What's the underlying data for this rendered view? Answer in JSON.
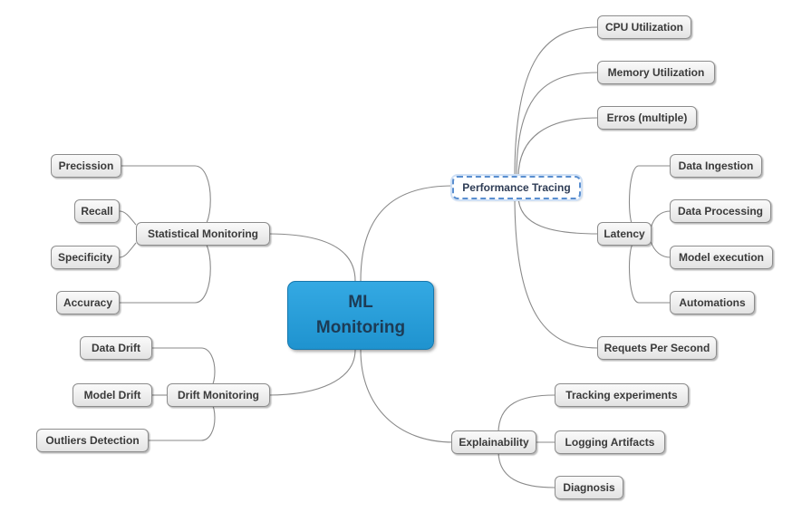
{
  "central": {
    "line1": "ML",
    "line2": "Monitoring",
    "color": "#2aa0dc"
  },
  "branches": {
    "performance": {
      "label": "Performance Tracing",
      "children": [
        "CPU Utilization",
        "Memory Utilization",
        "Erros (multiple)",
        "Requets Per Second"
      ],
      "latency": {
        "label": "Latency",
        "children": [
          "Data Ingestion",
          "Data Processing",
          "Model execution",
          "Automations"
        ]
      }
    },
    "statistical": {
      "label": "Statistical Monitoring",
      "children": [
        "Precission",
        "Recall",
        "Specificity",
        "Accuracy"
      ]
    },
    "drift": {
      "label": "Drift Monitoring",
      "children": [
        "Data Drift",
        "Model Drift",
        "Outliers Detection"
      ]
    },
    "explainability": {
      "label": "Explainability",
      "children": [
        "Tracking experiments",
        "Logging Artifacts",
        "Diagnosis"
      ]
    }
  },
  "colors": {
    "link": "#8a8a8a",
    "selected_border": "#5a8fd0",
    "node_border": "#8c8c8c"
  }
}
